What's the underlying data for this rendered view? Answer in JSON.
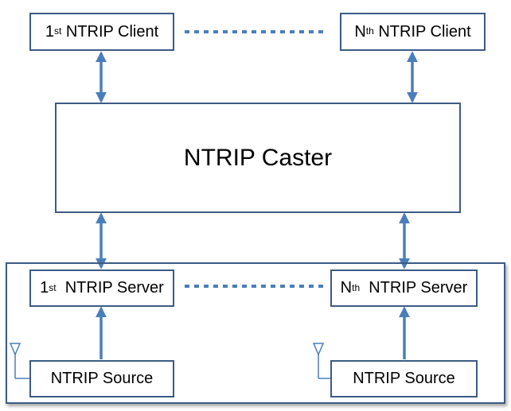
{
  "clients": {
    "first": {
      "prefix": "1",
      "sup": "st",
      "label": " NTRIP Client"
    },
    "last": {
      "prefix": "N",
      "sup": "th",
      "label": " NTRIP Client"
    }
  },
  "caster": {
    "label": "NTRIP Caster"
  },
  "servers": {
    "first": {
      "prefix": "1",
      "sup": "st",
      "label": "  NTRIP Server"
    },
    "last": {
      "prefix": "N",
      "sup": "th",
      "label": "  NTRIP Server"
    }
  },
  "sources": {
    "first": {
      "label": "NTRIP Source"
    },
    "last": {
      "label": "NTRIP Source"
    }
  },
  "colors": {
    "border": "#3c5b86",
    "arrow": "#4a7ebb",
    "antenna": "#4a7ebb"
  }
}
